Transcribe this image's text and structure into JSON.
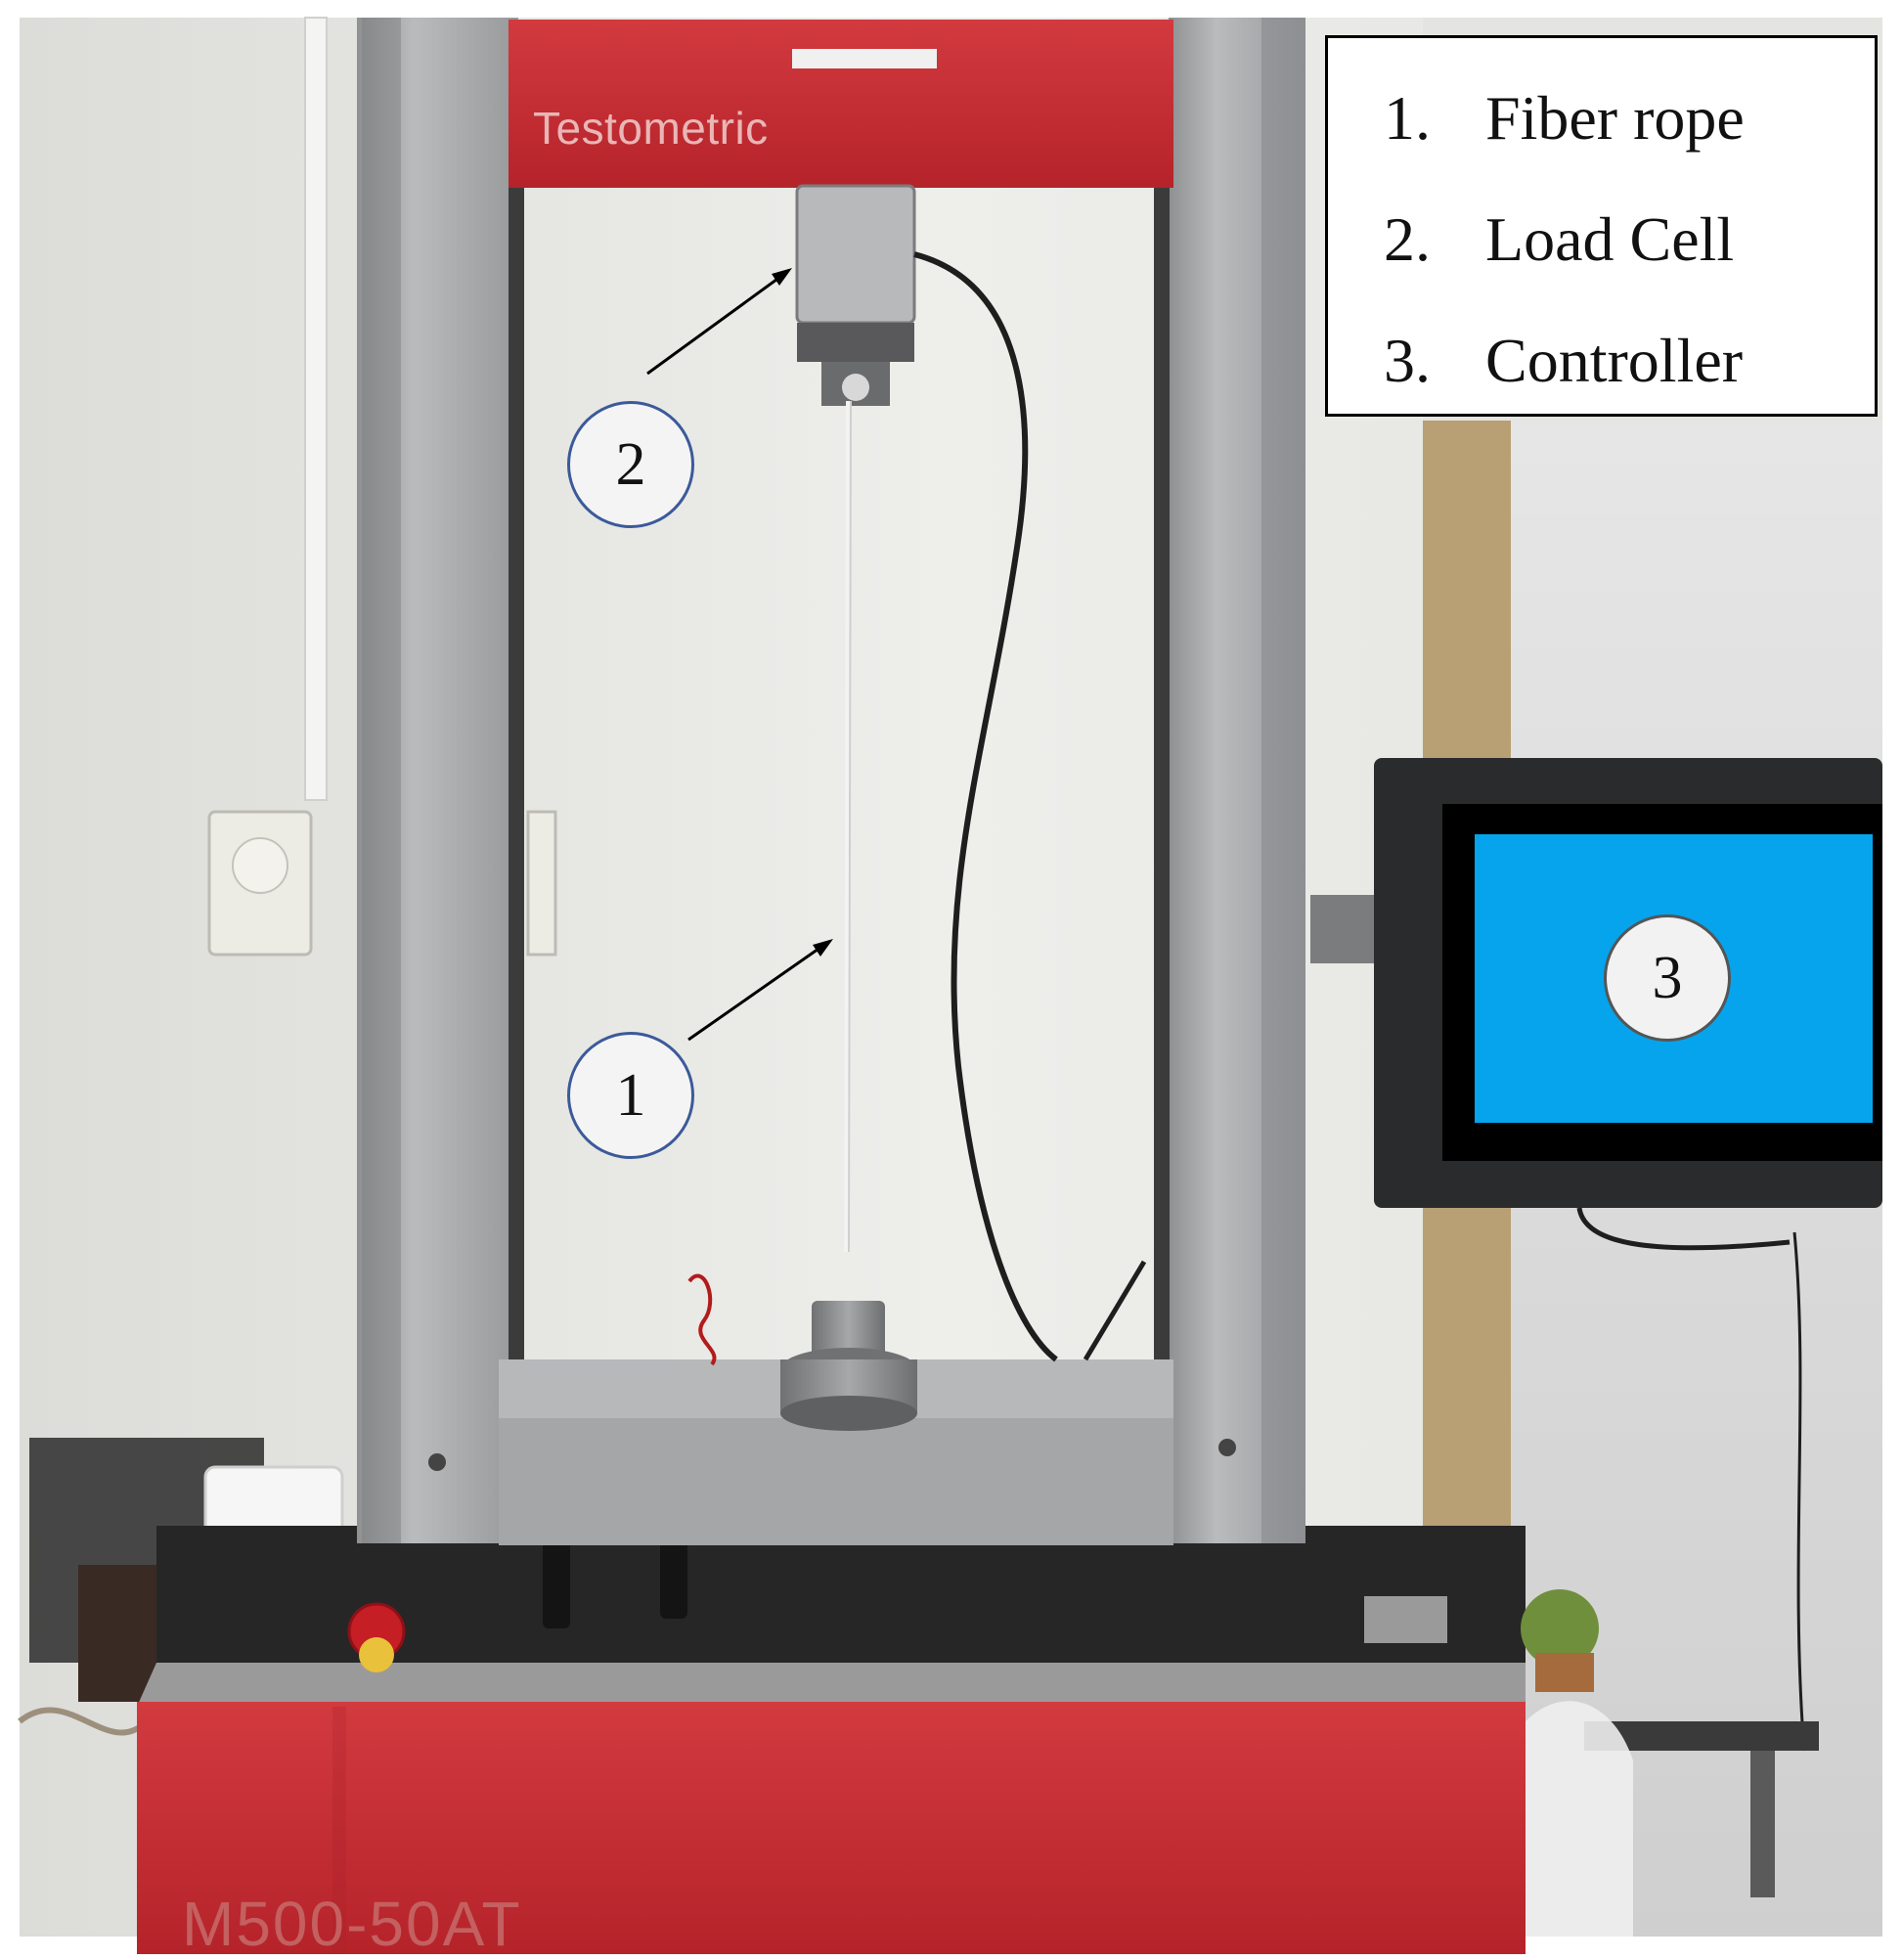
{
  "photo": {
    "brand_text": "Testometric",
    "model_text": "M500-50AT"
  },
  "legend": {
    "items": [
      {
        "number": "1.",
        "label": "Fiber rope"
      },
      {
        "number": "2.",
        "label": "Load Cell"
      },
      {
        "number": "3.",
        "label": "Controller"
      }
    ]
  },
  "callouts": {
    "fiber_rope": "1",
    "load_cell": "2",
    "controller": "3"
  },
  "colors": {
    "machine_red": "#c62a30",
    "frame_gray": "#a9abad",
    "screen_blue": "#05a4ec",
    "wall": "#e9e9e6"
  }
}
